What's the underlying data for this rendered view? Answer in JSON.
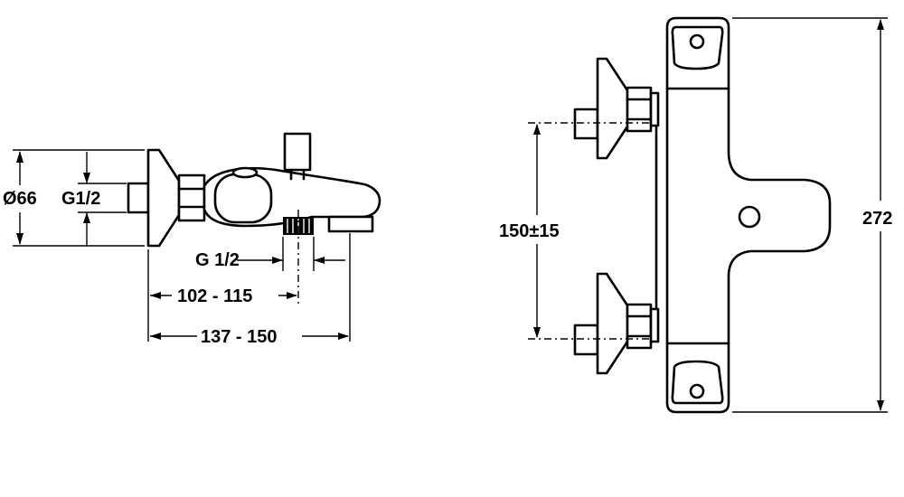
{
  "side_view": {
    "diameter_label": "Ø66",
    "thread_label": "G1/2",
    "outlet_thread_label": "G 1/2",
    "depth_short_label": "102 - 115",
    "depth_long_label": "137 - 150"
  },
  "front_view": {
    "spacing_label": "150±15",
    "height_label": "272"
  }
}
